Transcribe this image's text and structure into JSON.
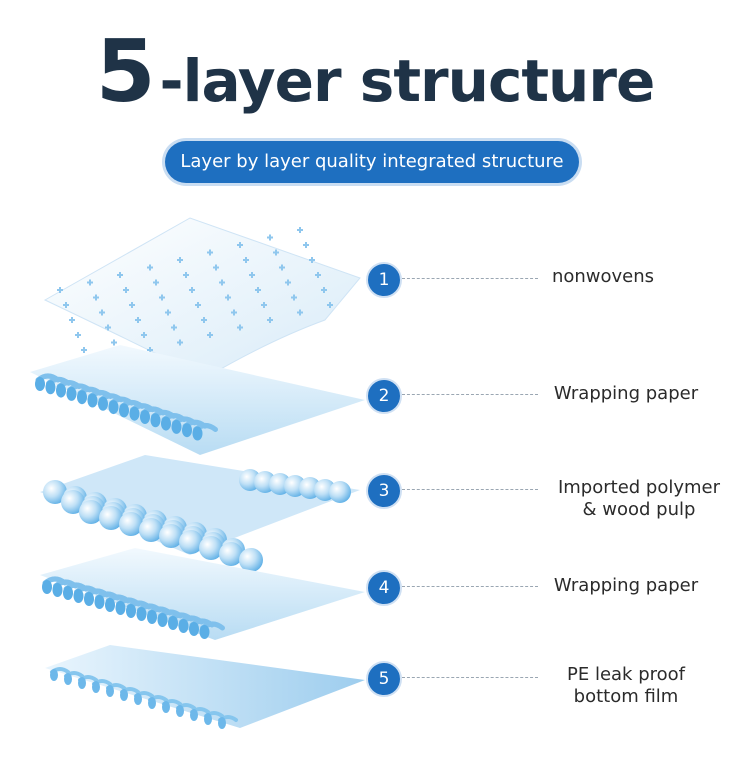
{
  "title": {
    "number": "5",
    "text": "-layer structure"
  },
  "subtitle": "Layer by layer quality integrated structure",
  "layers": [
    {
      "number": "1",
      "label_lines": [
        "nonwovens"
      ]
    },
    {
      "number": "2",
      "label_lines": [
        "Wrapping paper"
      ]
    },
    {
      "number": "3",
      "label_lines": [
        "Imported polymer",
        "& wood pulp"
      ]
    },
    {
      "number": "4",
      "label_lines": [
        "Wrapping paper"
      ]
    },
    {
      "number": "5",
      "label_lines": [
        "PE leak proof",
        "bottom film"
      ]
    }
  ],
  "colors": {
    "title": "#1f3347",
    "accent": "#1e6fc0",
    "layer_light": "#e6f2fb",
    "layer_mid": "#a9d3f0",
    "layer_dark": "#6cb7ea"
  }
}
